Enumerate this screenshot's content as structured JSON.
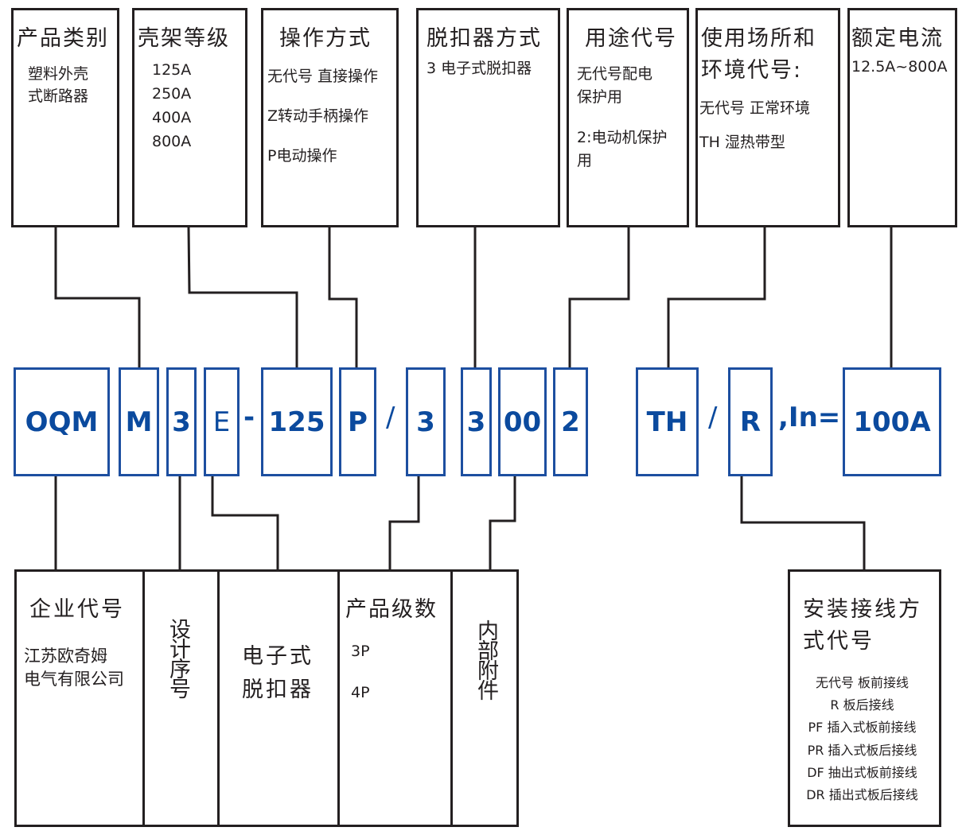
{
  "top_boxes": [
    {
      "title": "产品类别",
      "lines": [
        "塑料外壳",
        "式断路器"
      ]
    },
    {
      "title": "壳架等级",
      "lines": [
        "125A",
        "250A",
        "400A",
        "800A"
      ]
    },
    {
      "title": "操作方式",
      "lines": [
        "无代号 直接操作",
        "Z转动手柄操作",
        "P电动操作"
      ]
    },
    {
      "title": "脱扣器方式",
      "lines": [
        "3 电子式脱扣器"
      ]
    },
    {
      "title": "用途代号",
      "lines": [
        "无代号配电",
        "保护用",
        "2:电动机保护",
        "用"
      ]
    },
    {
      "title": "使用场所和",
      "title2": "环境代号:",
      "lines": [
        "无代号  正常环境",
        "TH  湿热带型"
      ]
    },
    {
      "title": "额定电流",
      "lines": [
        "12.5A~800A"
      ]
    }
  ],
  "code": {
    "c1": "OQM",
    "c2": "M",
    "c3": "3",
    "c4": "E",
    "s1": "-",
    "c5": "125",
    "c6": "P",
    "s2": "/",
    "c7": "3",
    "c8": "3",
    "c9": "00",
    "c10": "2",
    "c11": "TH",
    "s3": "/",
    "c12": "R",
    "s4": ",In=",
    "c13": "100A"
  },
  "bottom": {
    "enterprise": {
      "title": "企业代号",
      "lines": [
        "江苏欧奇姆",
        "电气有限公司"
      ]
    },
    "design": "设计序号",
    "trip": {
      "l1": "电子式",
      "l2": "脱扣器"
    },
    "poles": {
      "title": "产品级数",
      "lines": [
        "3P",
        "4P"
      ]
    },
    "accessory": "内部附件",
    "install": {
      "title": "安装接线方",
      "title2": "式代号",
      "lines": [
        "无代号 板前接线",
        "R 板后接线",
        "PF 插入式板前接线",
        "PR 插入式板后接线",
        "DF 抽出式板前接线",
        "DR 插出式板后接线"
      ]
    }
  },
  "colors": {
    "accent": "#0b4a9e",
    "line": "#231f20"
  }
}
